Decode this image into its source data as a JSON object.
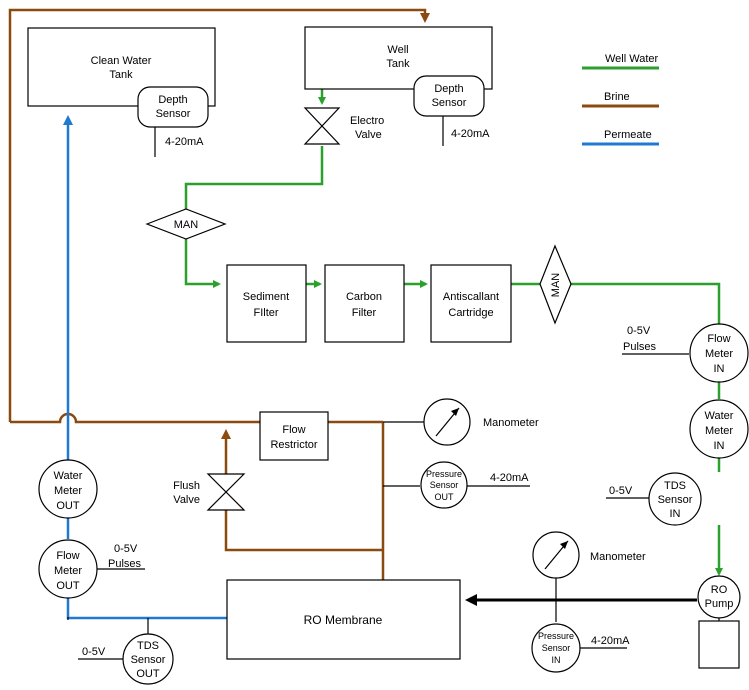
{
  "legend": [
    {
      "label": "Well Water",
      "color": "#2ca02c"
    },
    {
      "label": "Brine",
      "color": "#8b4a10"
    },
    {
      "label": "Permeate",
      "color": "#1f78d1"
    }
  ],
  "tanks": {
    "clean": [
      "Clean Water",
      "Tank"
    ],
    "well": [
      "Well",
      "Tank"
    ]
  },
  "sensors": {
    "depth_clean": [
      "Depth",
      "Sensor"
    ],
    "depth_well": [
      "Depth",
      "Sensor"
    ],
    "depth_clean_signal": "4-20mA",
    "depth_well_signal": "4-20mA"
  },
  "valves": {
    "electro": [
      "Electro",
      "Valve"
    ],
    "flush": [
      "Flush",
      "Valve"
    ]
  },
  "man": {
    "upper": "MAN",
    "right": "MAN"
  },
  "filters": {
    "sediment": [
      "Sediment",
      "FIlter"
    ],
    "carbon": [
      "Carbon",
      "Filter"
    ],
    "antiscalant": [
      "Antiscallant",
      "Cartridge"
    ]
  },
  "flow_meter_in": [
    "Flow",
    "Meter",
    "IN"
  ],
  "flow_meter_in_signal": [
    "0-5V",
    "Pulses"
  ],
  "water_meter_in": [
    "Water",
    "Meter",
    "IN"
  ],
  "tds_in": [
    "TDS",
    "Sensor",
    "IN"
  ],
  "tds_in_signal": "0-5V",
  "ro_pump": [
    "RO",
    "Pump"
  ],
  "manometer_top": "Manometer",
  "manometer_bottom": "Manometer",
  "pressure_out": [
    "Pressure",
    "Sensor",
    "OUT"
  ],
  "pressure_out_signal": "4-20mA",
  "pressure_in": [
    "Pressure",
    "Sensor",
    "IN"
  ],
  "pressure_in_signal": "4-20mA",
  "flow_restrictor": [
    "Flow",
    "Restrictor"
  ],
  "ro_membrane": "RO Membrane",
  "water_meter_out": [
    "Water",
    "Meter",
    "OUT"
  ],
  "flow_meter_out": [
    "Flow",
    "Meter",
    "OUT"
  ],
  "flow_meter_out_signal": [
    "0-5V",
    "Pulses"
  ],
  "tds_out": [
    "TDS",
    "Sensor",
    "OUT"
  ],
  "tds_out_signal": "0-5V"
}
